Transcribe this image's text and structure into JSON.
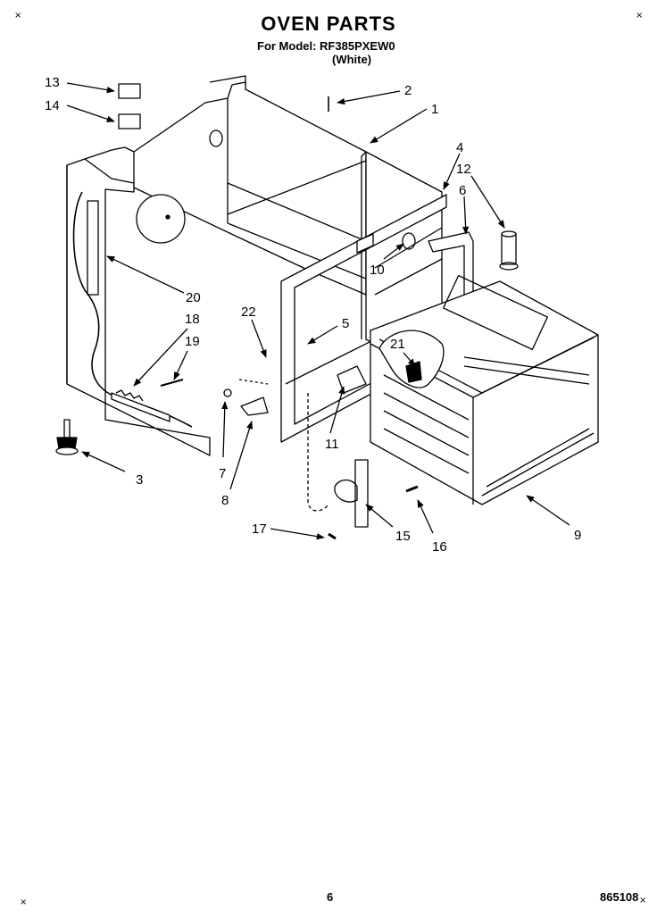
{
  "header": {
    "title": "OVEN PARTS",
    "model_line": "For Model: RF385PXEW0",
    "color_line": "(White)"
  },
  "footer": {
    "page_number": "6",
    "document_number": "865108"
  },
  "registration_marks": [
    "×",
    "×",
    "×",
    "×"
  ],
  "callouts": [
    "1",
    "2",
    "3",
    "4",
    "5",
    "6",
    "7",
    "8",
    "9",
    "10",
    "11",
    "12",
    "13",
    "14",
    "15",
    "16",
    "17",
    "18",
    "19",
    "20",
    "21",
    "22"
  ],
  "colors": {
    "ink": "#000000",
    "paper": "#ffffff"
  }
}
